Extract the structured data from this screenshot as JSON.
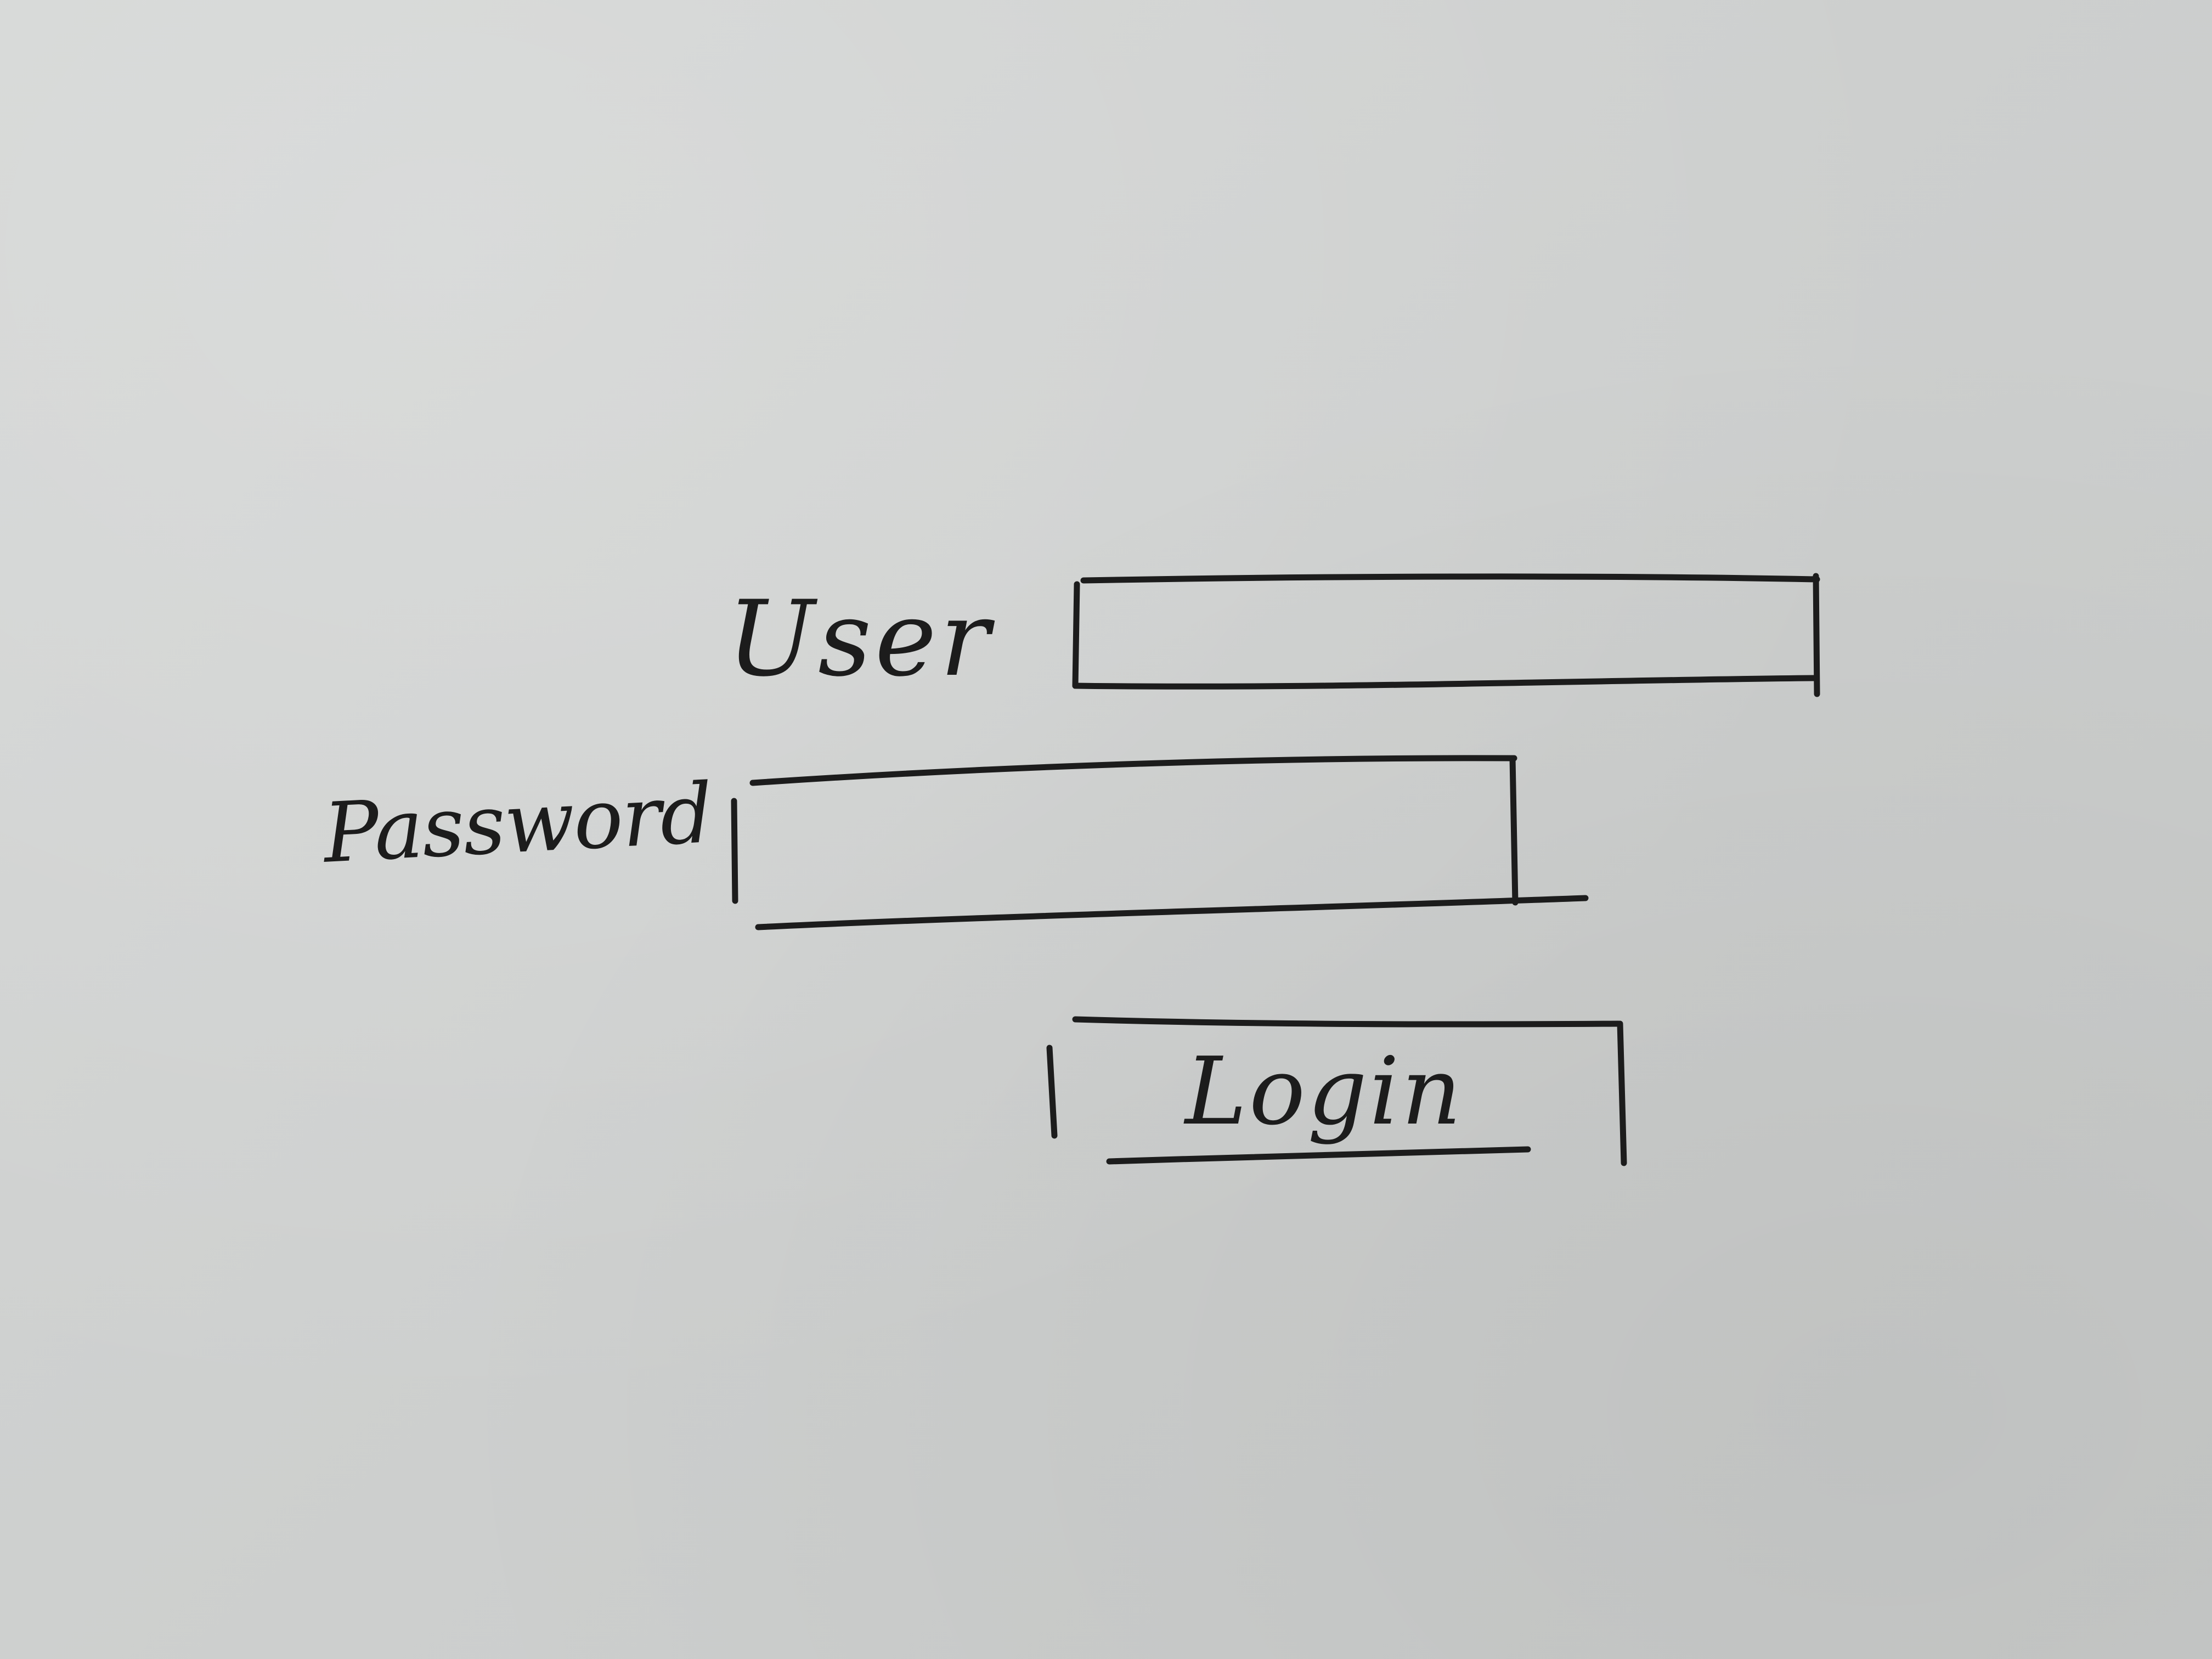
{
  "form": {
    "user_label": "User",
    "user_value": "",
    "password_label": "Password",
    "password_value": "",
    "login_label": "Login"
  },
  "colors": {
    "paper": "#cfd1d0",
    "ink": "#1c1c1c"
  }
}
